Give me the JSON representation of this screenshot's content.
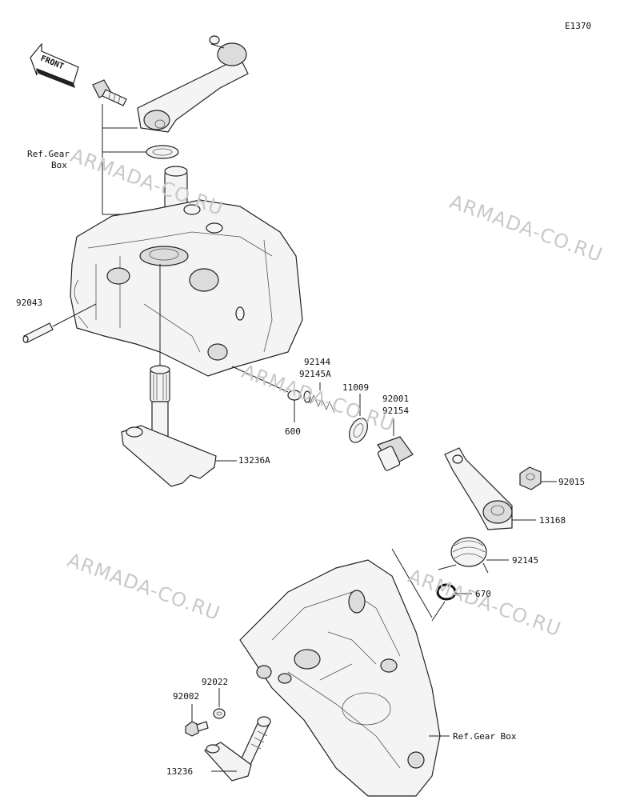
{
  "diagram_code": "E1370",
  "front_label": "FRONT",
  "watermarks": [
    "ARMADA-CO.RU",
    "ARMADA-CO.RU",
    "ARMADA-CO.RU",
    "ARMADA-CO.RU",
    "ARMADA-CO.RU"
  ],
  "labels": {
    "ref_gear_box_top_1": "Ref.Gear",
    "ref_gear_box_top_2": "Box",
    "p92043": "92043",
    "p92144": "92144",
    "p92145A": "92145A",
    "p600": "600",
    "p11009": "11009",
    "p92001": "92001",
    "p92154": "92154",
    "p13236A": "13236A",
    "p92015": "92015",
    "p13168": "13168",
    "p92145": "92145",
    "p670": "670",
    "p92022": "92022",
    "p92002": "92002",
    "p13236": "13236",
    "ref_gear_box_bottom": "Ref.Gear Box"
  },
  "colors": {
    "line": "#222222",
    "watermark": "#c9c9c9",
    "background": "#ffffff"
  }
}
